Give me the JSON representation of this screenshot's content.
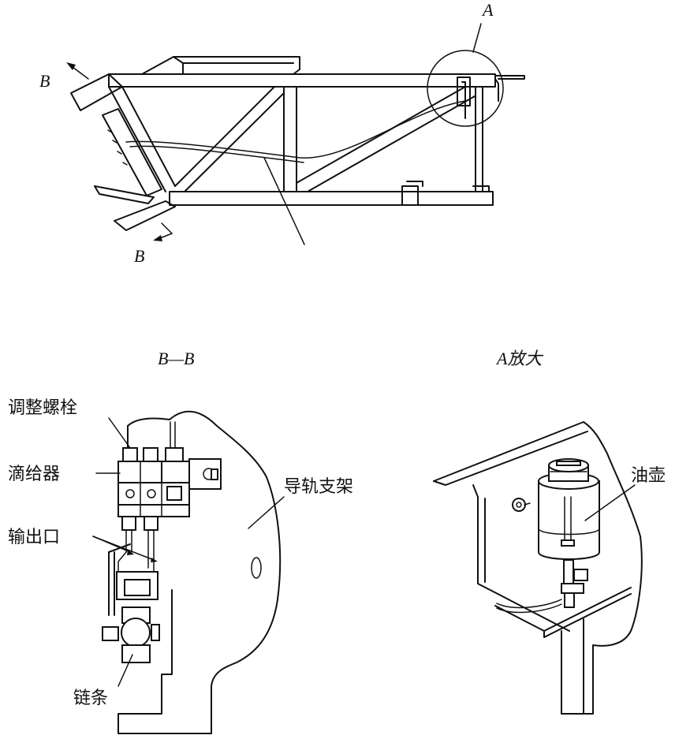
{
  "top_view": {
    "label_a": "A",
    "label_b_top": "B",
    "label_b_bottom": "B"
  },
  "section_bb": {
    "title": "B—B",
    "labels": {
      "adjust_bolt": "调整螺栓",
      "dripper": "滴给器",
      "outlet": "输出口",
      "chain": "链条",
      "rail_bracket": "导轨支架"
    }
  },
  "detail_a": {
    "title": "A放大",
    "labels": {
      "oil_pot": "油壶"
    }
  }
}
